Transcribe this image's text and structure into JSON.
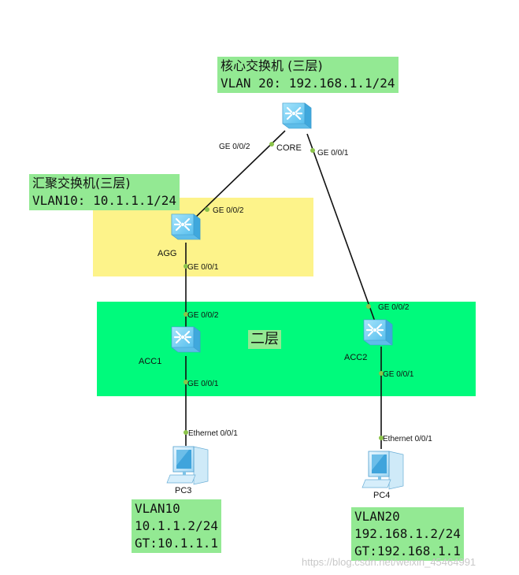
{
  "zones": {
    "layer2_label": "二层"
  },
  "notes": {
    "core": [
      "核心交换机 (三层)",
      "VLAN 20: 192.168.1.1/24"
    ],
    "agg": [
      "汇聚交换机(三层)",
      "VLAN10: 10.1.1.1/24"
    ],
    "pc3": [
      "VLAN10",
      "10.1.1.2/24",
      "GT:10.1.1.1"
    ],
    "pc4": [
      "VLAN20",
      "192.168.1.2/24",
      "GT:192.168.1.1"
    ]
  },
  "devices": {
    "core": "CORE",
    "agg": "AGG",
    "acc1": "ACC1",
    "acc2": "ACC2",
    "pc3": "PC3",
    "pc4": "PC4"
  },
  "ports": {
    "core_agg": "GE 0/0/2",
    "core_acc2": "GE 0/0/1",
    "agg_core": "GE 0/0/2",
    "agg_acc1": "GE 0/0/1",
    "acc1_agg": "GE 0/0/2",
    "acc1_pc3": "GE 0/0/1",
    "pc3_eth": "Ethernet 0/0/1",
    "acc2_core": "GE 0/0/2",
    "acc2_pc4": "GE 0/0/1",
    "pc4_eth": "Ethernet 0/0/1"
  },
  "colors": {
    "note_bg": "#93e993",
    "yellow_zone": "#fdf38a",
    "green_zone": "#00fa7c",
    "port_dot": "#8bc34a",
    "switch_body": "#7fd3f7"
  },
  "watermark": "https://blog.csdn.net/weixin_45464991"
}
